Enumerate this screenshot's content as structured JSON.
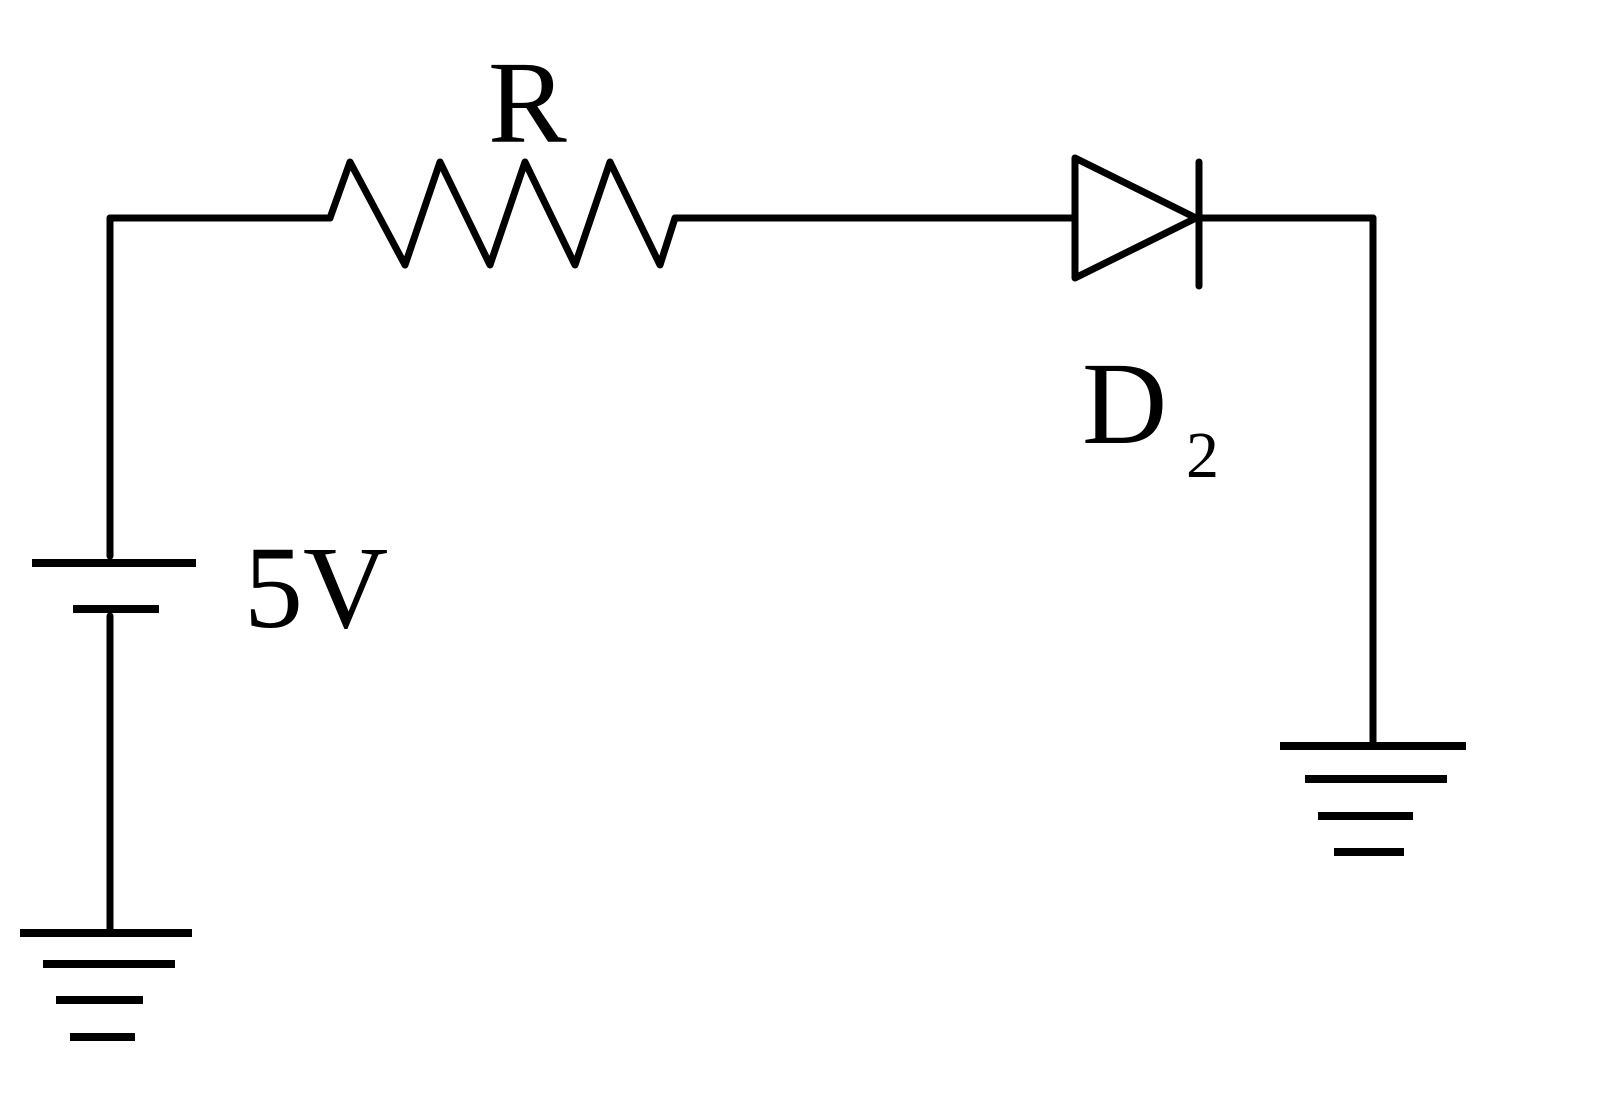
{
  "diagram": {
    "resistor_label": "R",
    "diode_label_main": "D",
    "diode_label_subscript": "2",
    "source_label": "5V",
    "colors": {
      "stroke": "#000000",
      "background": "#ffffff"
    }
  }
}
